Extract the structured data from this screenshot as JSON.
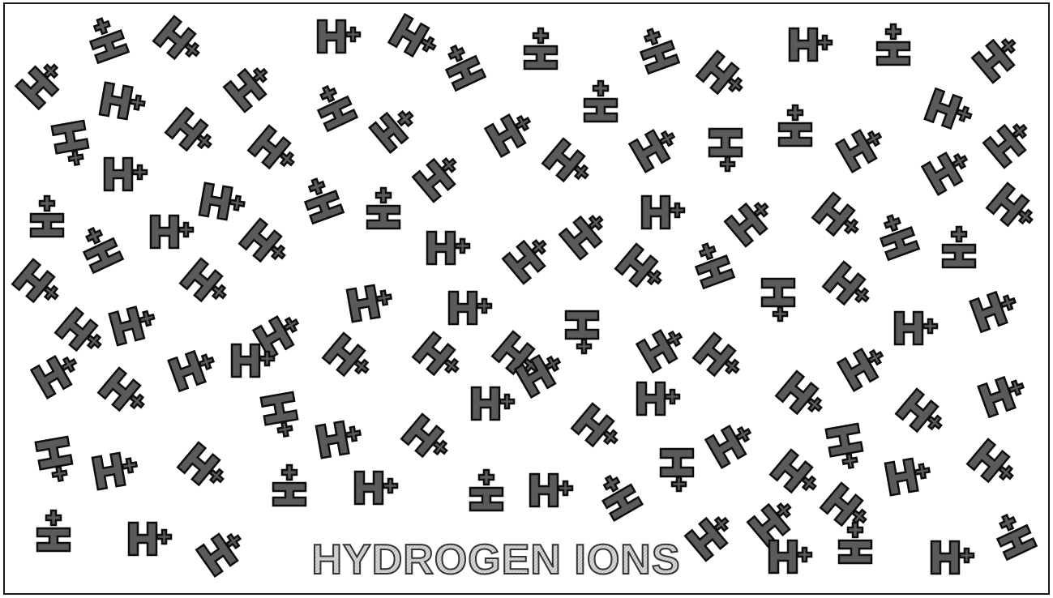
{
  "ion_label": "H+",
  "ion_glyph": {
    "letter": "H",
    "sign": "+"
  },
  "title": "HYDROGEN IONS",
  "colors": {
    "background": "#ffffff",
    "frame": "#1a1a1a",
    "ion_fill": "#5a5a5a",
    "ion_stroke": "#0d0d0d",
    "title_fill": "#d2d2d2",
    "title_stroke": "#333333"
  }
}
